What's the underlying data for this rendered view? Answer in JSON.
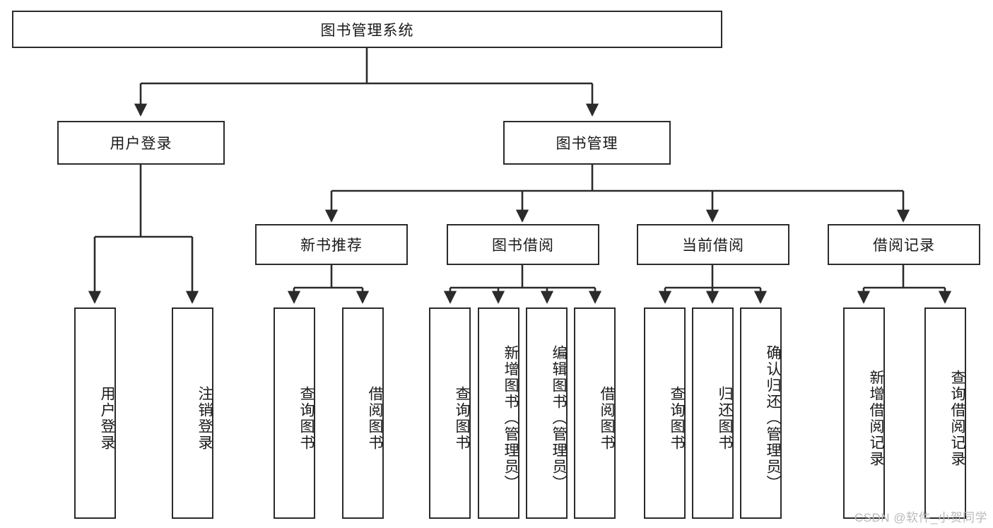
{
  "diagram": {
    "title": "图书管理系统",
    "type": "tree-hierarchy-flowchart",
    "watermark": "CSDN @软件_小贺同学",
    "colors": {
      "stroke": "#2b2b2b",
      "fill": "#ffffff",
      "text": "#1a1a1a",
      "watermark": "#b9b9b9"
    },
    "nodes": {
      "root": {
        "label": "图书管理系统"
      },
      "level2": [
        {
          "id": "user-login",
          "label": "用户登录"
        },
        {
          "id": "book-management",
          "label": "图书管理"
        }
      ],
      "level3": [
        {
          "id": "new-book-recommend",
          "label": "新书推荐"
        },
        {
          "id": "book-borrow",
          "label": "图书借阅"
        },
        {
          "id": "current-borrow",
          "label": "当前借阅"
        },
        {
          "id": "borrow-record",
          "label": "借阅记录"
        }
      ],
      "leaves": {
        "user-login": [
          {
            "id": "leaf-user-login",
            "label": "用户登录"
          },
          {
            "id": "leaf-logout-login",
            "label": "注销登录"
          }
        ],
        "new-book-recommend": [
          {
            "id": "leaf-query-book-1",
            "label": "查询图书"
          },
          {
            "id": "leaf-borrow-book-1",
            "label": "借阅图书"
          }
        ],
        "book-borrow": [
          {
            "id": "leaf-query-book-2",
            "label": "查询图书"
          },
          {
            "id": "leaf-add-book",
            "label": "新增图书（管理员）"
          },
          {
            "id": "leaf-edit-book",
            "label": "编辑图书（管理员）"
          },
          {
            "id": "leaf-borrow-book-2",
            "label": "借阅图书"
          }
        ],
        "current-borrow": [
          {
            "id": "leaf-query-book-3",
            "label": "查询图书"
          },
          {
            "id": "leaf-return-book",
            "label": "归还图书"
          },
          {
            "id": "leaf-confirm-return",
            "label": "确认归还（管理员）"
          }
        ],
        "borrow-record": [
          {
            "id": "leaf-add-record",
            "label": "新增借阅记录"
          },
          {
            "id": "leaf-query-record",
            "label": "查询借阅记录"
          }
        ]
      }
    }
  }
}
